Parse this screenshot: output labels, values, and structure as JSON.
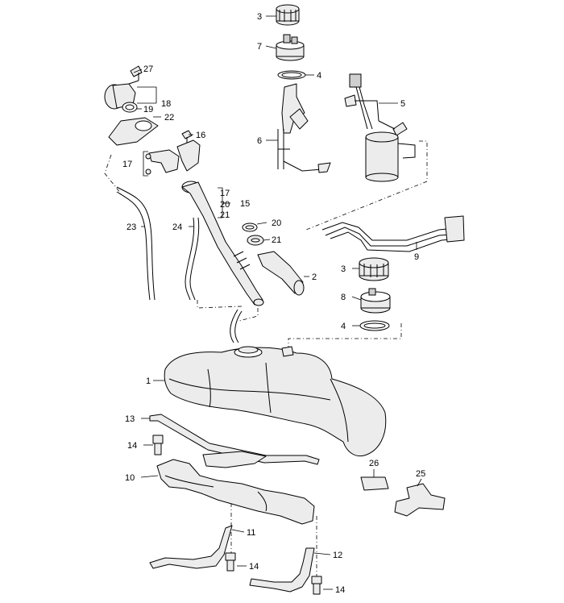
{
  "callouts": {
    "c1": "1",
    "c2": "2",
    "c3a": "3",
    "c3b": "3",
    "c4a": "4",
    "c4b": "4",
    "c5": "5",
    "c6": "6",
    "c7": "7",
    "c8": "8",
    "c9": "9",
    "c10": "10",
    "c11": "11",
    "c12": "12",
    "c13": "13",
    "c14a": "14",
    "c14b": "14",
    "c14c": "14",
    "c15": "15",
    "c16": "16",
    "c17a": "17",
    "c17b": "17",
    "c18": "18",
    "c19": "19",
    "c20a": "20",
    "c20b": "20",
    "c21a": "21",
    "c21b": "21",
    "c22": "22",
    "c23": "23",
    "c24": "24",
    "c25": "25",
    "c26": "26",
    "c27": "27"
  },
  "colors": {
    "line": "#000000",
    "fill_light": "#ececec",
    "fill_mid": "#cfcfcf",
    "background": "#ffffff"
  }
}
